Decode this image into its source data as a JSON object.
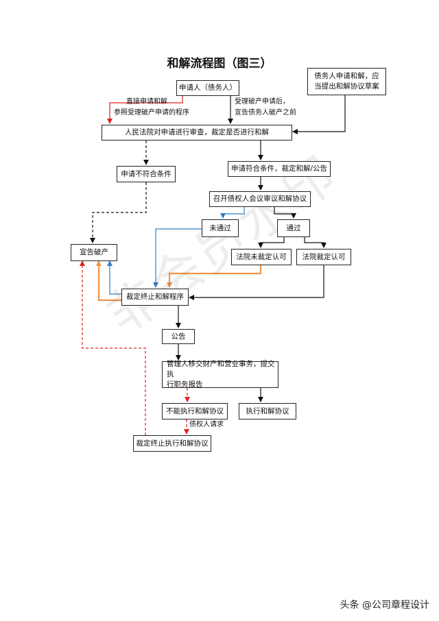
{
  "title": "和解流程图（图三）",
  "watermark": "非会员水印",
  "footer": "头条 @公司章程设计",
  "nodes": {
    "applicant": "申请人（债务人）",
    "debtor_draft": [
      "债务人申请和解，应",
      "当提出和解协议草案"
    ],
    "court_review": "人民法院对申请进行审查，裁定是否进行和解",
    "not_meet": "申请不符合条件",
    "meet": "申请符合条件，裁定和解/公告",
    "creditors_meeting": "召开债权人会议审议和解协议",
    "rejected": "未通过",
    "passed": "通过",
    "court_not_approve": "法院未裁定认可",
    "court_approve": "法院裁定认可",
    "declare_bankruptcy": "宣告破产",
    "terminate_procedure": "裁定终止和解程序",
    "announce": "公告",
    "handover": [
      "管理人移交财产和营业事务，提交执",
      "行职务报告"
    ],
    "cannot_execute": "不能执行和解协议",
    "execute": "执行和解协议",
    "terminate_execution": "裁定终止执行和解协议"
  },
  "edge_labels": {
    "direct_apply": "直接申请和解",
    "direct_apply_note": "参照受理破产申请的程序",
    "after_accept": "受理破产申请后，",
    "before_declare": "宣告债务人破产之前",
    "creditor_request": "债权人请求"
  },
  "colors": {
    "red": "#e02020",
    "blue": "#2f7ec2",
    "orange": "#f0944a",
    "black": "#111111"
  }
}
